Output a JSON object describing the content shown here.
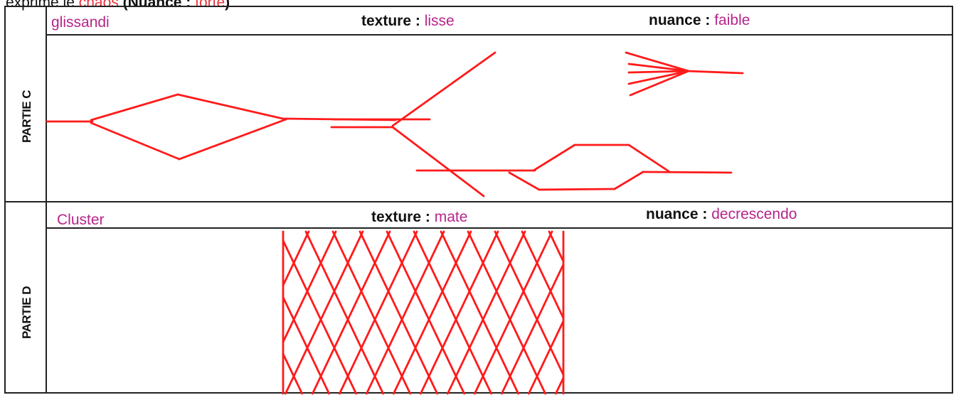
{
  "header": {
    "prefix": "exprime le",
    "word_red": "chaos",
    "nuance_open": "(Nuance :",
    "nuance_value": "forte",
    "close": ")"
  },
  "sections": [
    {
      "side_label": "PARTIE C",
      "name": "glissandi",
      "texture_label": "texture",
      "texture_sep": ":",
      "texture_value": "lisse",
      "nuance_label": "nuance",
      "nuance_sep": ":",
      "nuance_value": "faible"
    },
    {
      "side_label": "PARTIE D",
      "name": "Cluster",
      "texture_label": "texture",
      "texture_sep": ":",
      "texture_value": "mate",
      "nuance_label": "nuance",
      "nuance_sep": ":",
      "nuance_value": "decrescendo"
    }
  ],
  "colors": {
    "drawing": "#ff1a1a",
    "value_text": "#b5258a",
    "header_accent": "#e8323a",
    "border": "#222222"
  }
}
